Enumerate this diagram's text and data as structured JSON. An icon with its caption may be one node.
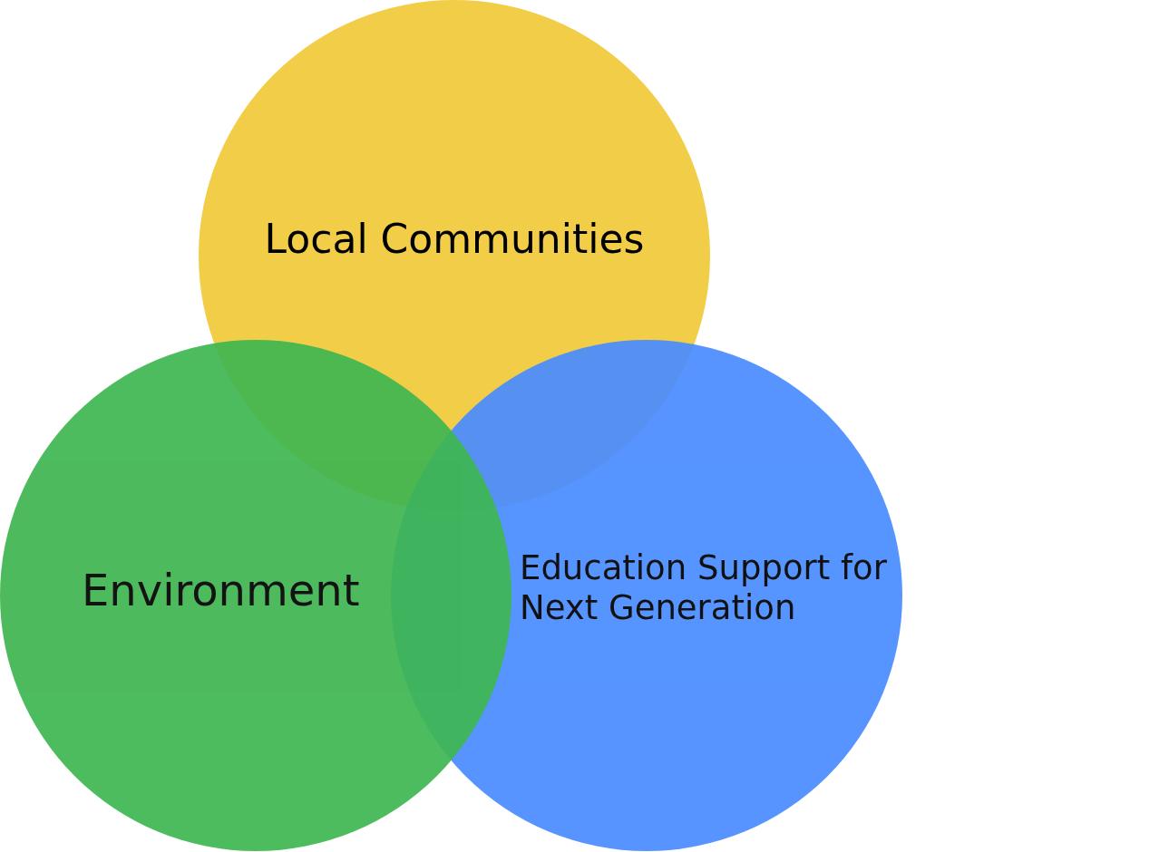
{
  "diagram": {
    "nodes": [
      {
        "text": [
          "Local Communities"
        ]
      },
      {
        "text": [
          "Environment"
        ]
      },
      {
        "text": [
          "Education Support for Next Generation"
        ]
      }
    ]
  }
}
